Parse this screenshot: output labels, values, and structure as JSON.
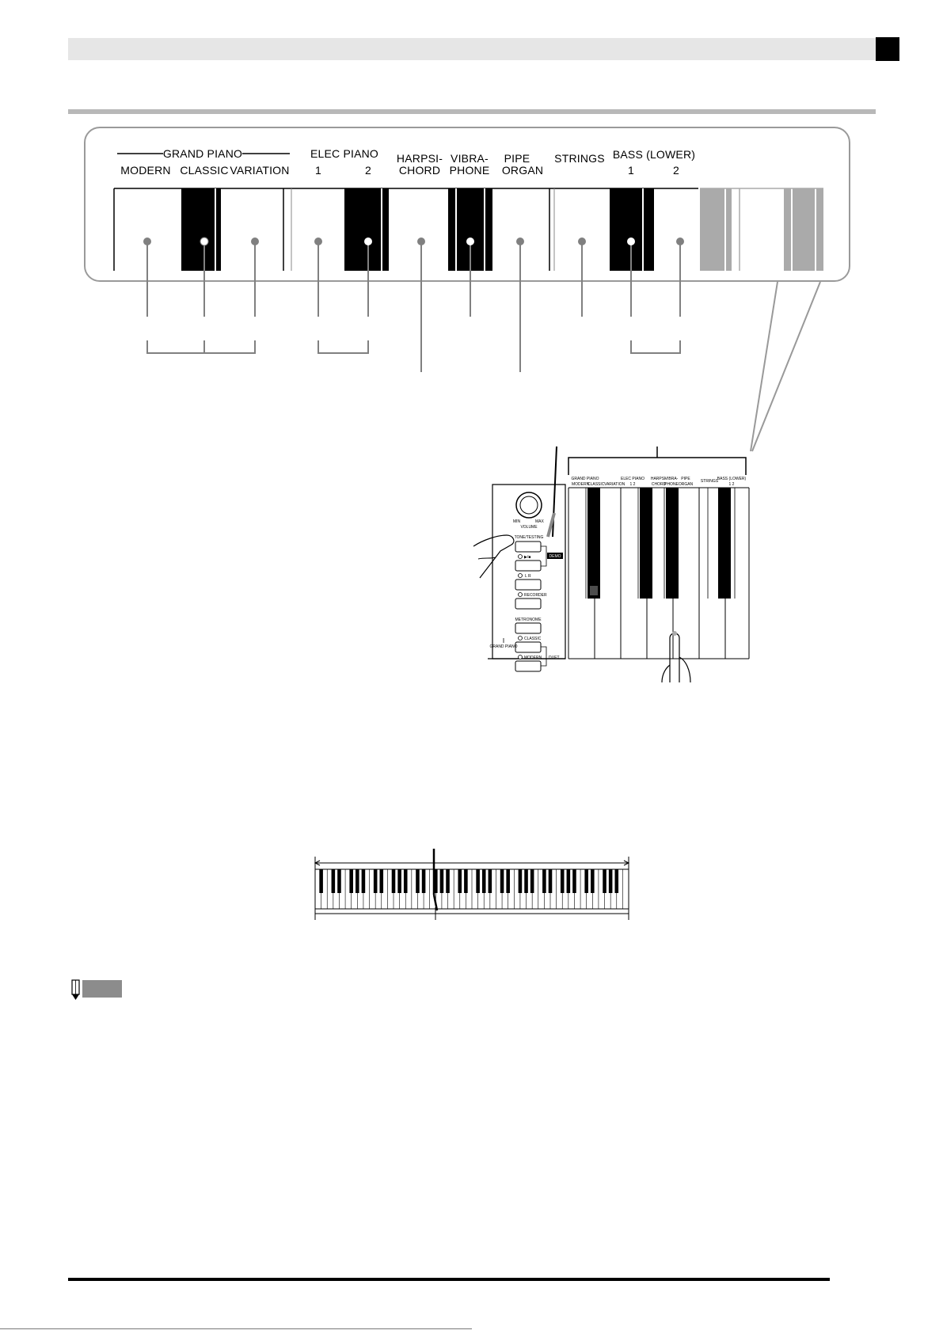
{
  "tones": {
    "grand_piano": "GRAND PIANO",
    "modern": "MODERN",
    "classic": "CLASSIC",
    "variation": "VARIATION",
    "elec_piano": "ELEC PIANO",
    "elec_1": "1",
    "elec_2": "2",
    "harpsi_1": "HARPSI-",
    "harpsi_2": "CHORD",
    "vibra_1": "VIBRA-",
    "vibra_2": "PHONE",
    "pipe_1": "PIPE",
    "pipe_2": "ORGAN",
    "strings": "STRINGS",
    "bass": "BASS (LOWER)",
    "bass_1": "1",
    "bass_2": "2"
  },
  "panel": {
    "grand_piano": "GRAND PIANO",
    "modern": "MODERN",
    "classic": "CLASSIC",
    "variation": "VARIATION",
    "elec_piano": "ELEC PIANO",
    "elec_nums": "1      2",
    "harpsi": "HARPSI-",
    "chord": "CHORD",
    "vibra": "VIBRA-",
    "phone": "PHONE",
    "pipe": "PIPE",
    "organ": "ORGAN",
    "strings": "STRINGS",
    "bass": "BASS (LOWER)",
    "bass_nums": "1      2",
    "vol_min": "MIN",
    "vol_max": "MAX",
    "volume": "VOLUME",
    "tone_testing": "TONE/TESTING",
    "play_stop": "▶/■",
    "demo": "DEMO",
    "lr": "L  R",
    "recorder": "RECORDER",
    "metronome": "METRONOME",
    "classic_btn": "CLASSIC",
    "grand_piano_side": "GRAND PIANO",
    "modern_btn": "MODERN",
    "duet": "DUET"
  },
  "colors": {
    "header_bar": "#e6e6e6",
    "rule": "#b8b8b8",
    "note_badge": "#8c8c8c",
    "callout_dot": "#808080"
  },
  "icons": [
    "pencil-note-icon",
    "pointing-hand-icon"
  ]
}
